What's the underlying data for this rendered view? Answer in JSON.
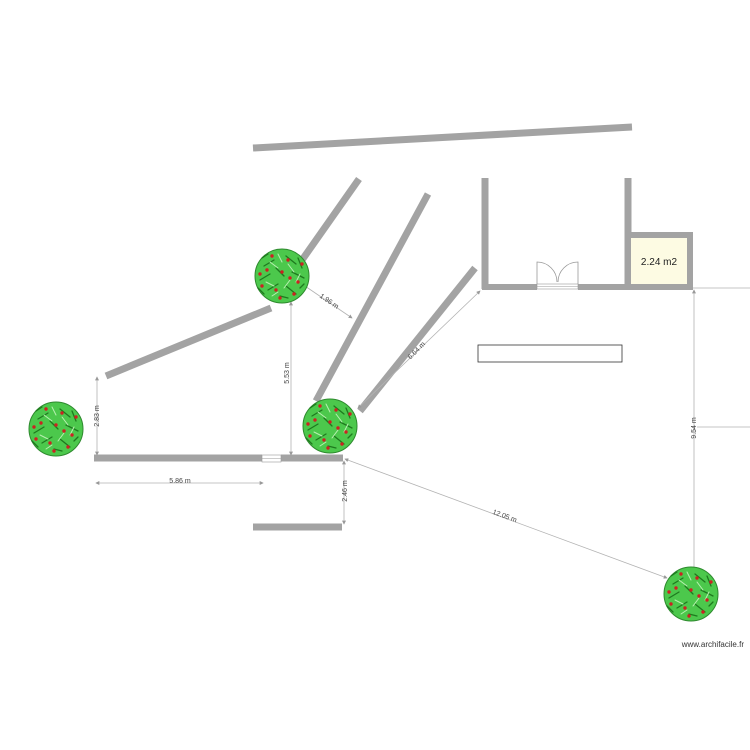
{
  "room": {
    "area_label": "2.24 m2",
    "fill_color": "#fdfbe3"
  },
  "dimensions": [
    {
      "id": "d1",
      "label": "1.96 m"
    },
    {
      "id": "d2",
      "label": "5.53 m"
    },
    {
      "id": "d3",
      "label": "2.83 m"
    },
    {
      "id": "d4",
      "label": "5.86 m"
    },
    {
      "id": "d5",
      "label": "6.64 m"
    },
    {
      "id": "d6",
      "label": "2.46 m"
    },
    {
      "id": "d7",
      "label": "12.05 m"
    },
    {
      "id": "d8",
      "label": "9.54 m"
    }
  ],
  "trees": {
    "icon": "tree-icon",
    "count": 4,
    "leaf_color": "#4cc84c",
    "berry_color": "#cc2222"
  },
  "wall_color": "#a3a3a3",
  "credit": "www.archifacile.fr"
}
